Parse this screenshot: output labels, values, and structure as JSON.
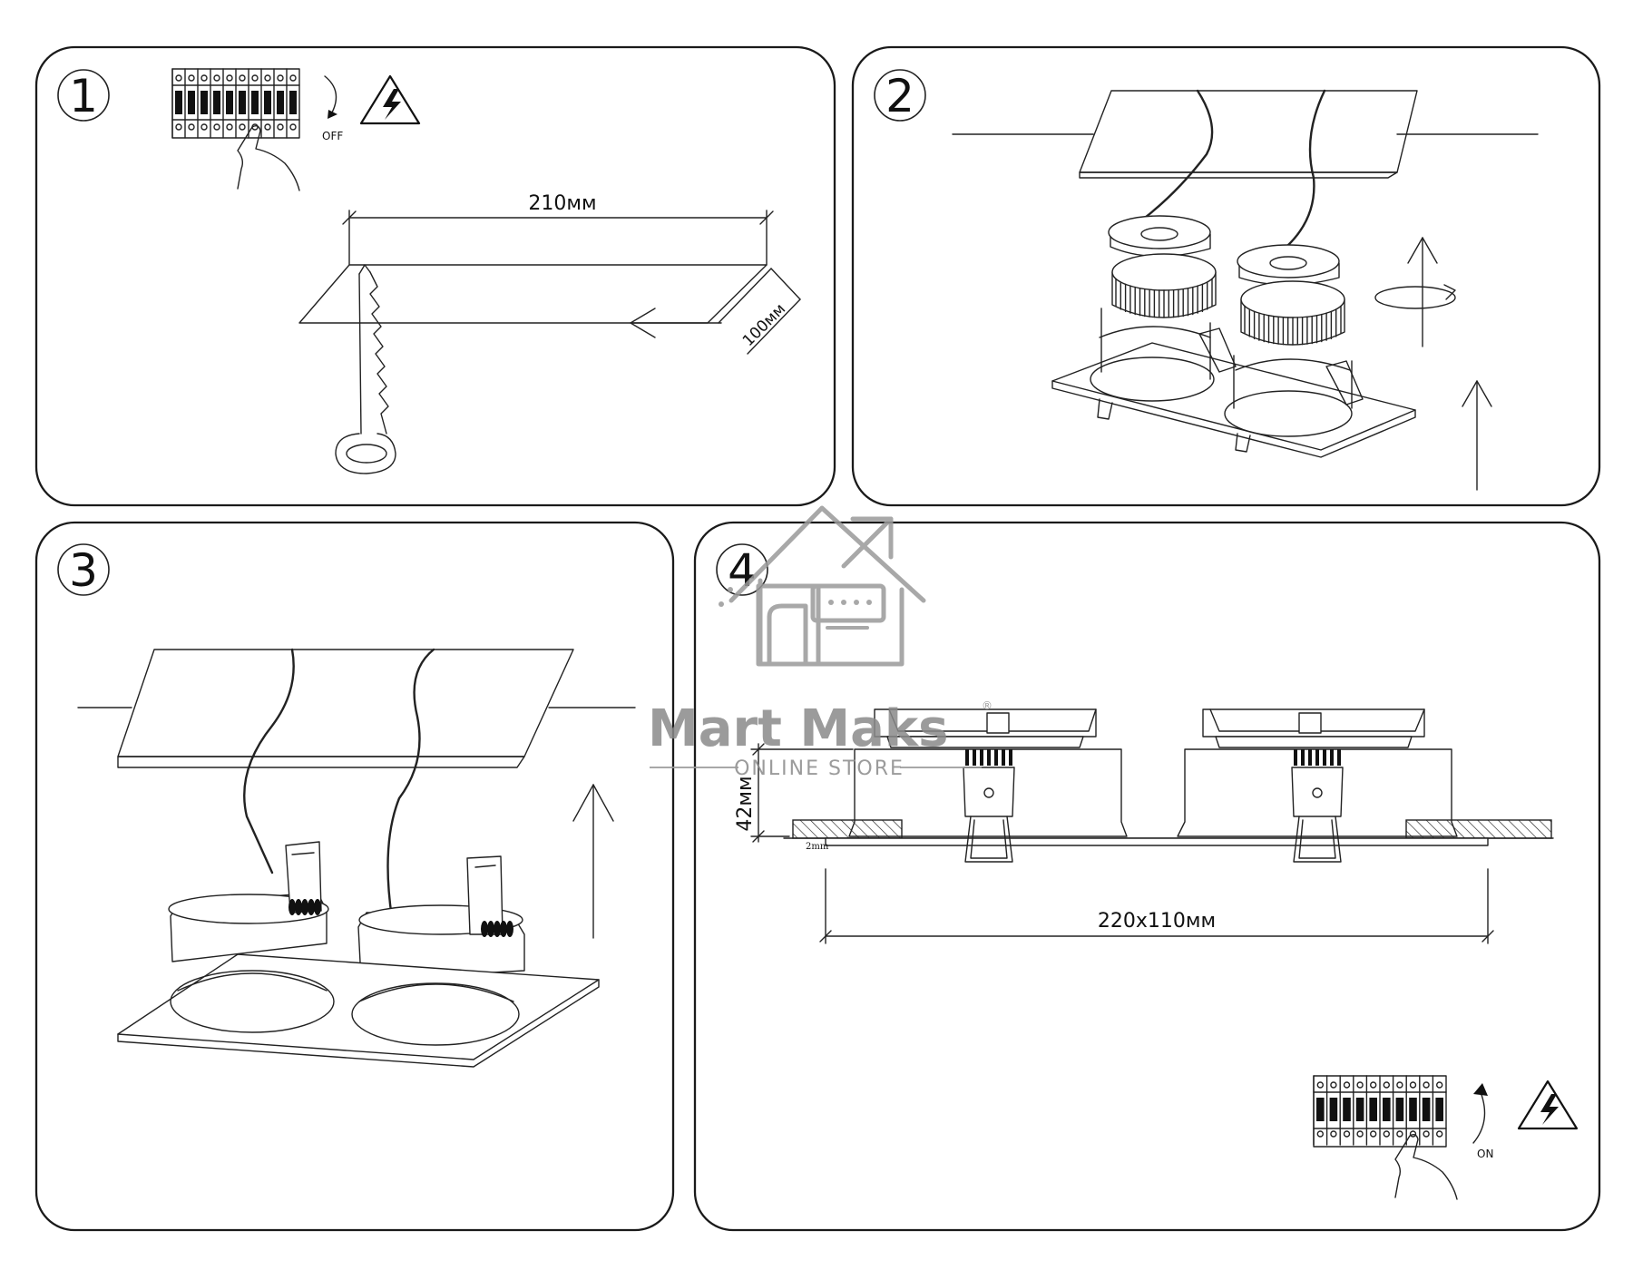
{
  "steps": [
    {
      "number": "1",
      "switch_label": "OFF",
      "dimension_length": "210мм",
      "dimension_width": "100мм"
    },
    {
      "number": "2"
    },
    {
      "number": "3"
    },
    {
      "number": "4",
      "dimension_height": "42мм",
      "dimension_thickness": "2mm",
      "dimension_cutout": "220x110мм",
      "switch_label": "ON"
    }
  ],
  "watermark": {
    "brand": "Mart Maks",
    "registered": "®",
    "tagline": "ONLINE STORE"
  },
  "icons": [
    "circuit-breaker-icon",
    "hand-icon",
    "high-voltage-warning-icon",
    "saw-icon",
    "rotate-arrow-icon",
    "up-arrow-icon",
    "left-arrow-icon"
  ],
  "colors": {
    "line": "#222222",
    "watermark": "#9a9a9a",
    "background": "#ffffff"
  }
}
